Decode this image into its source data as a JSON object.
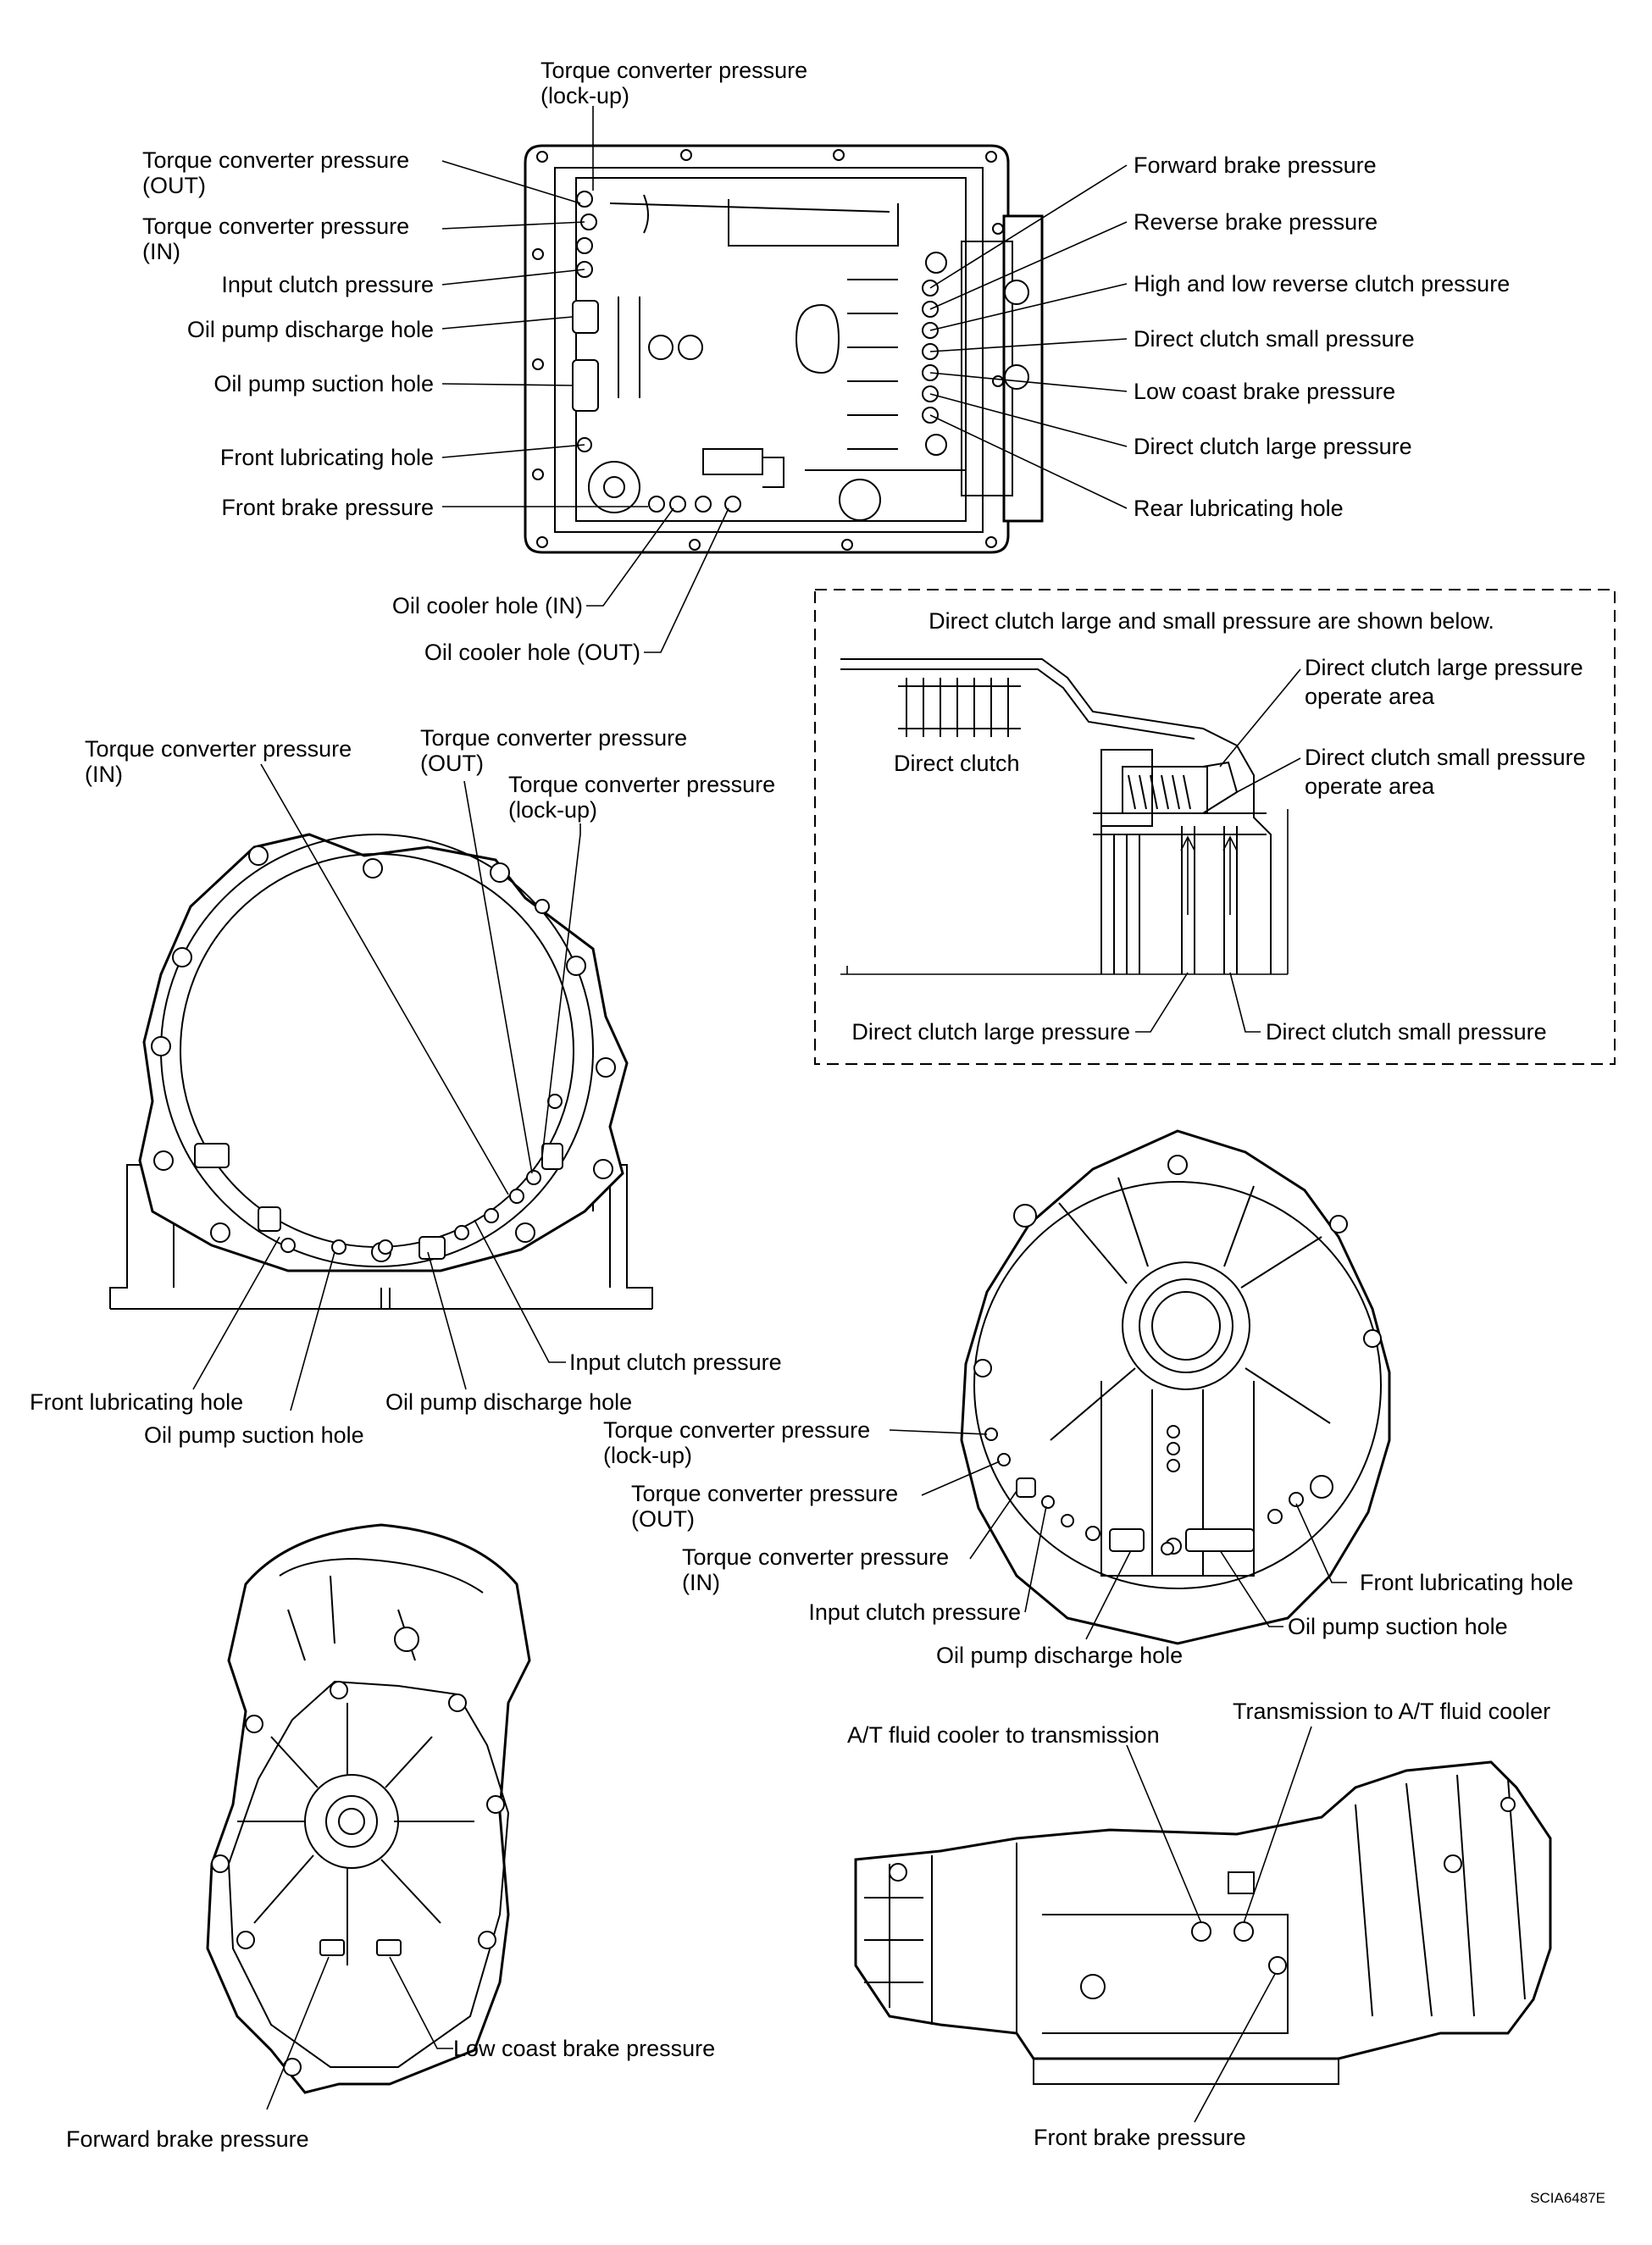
{
  "valve_body_view": {
    "tc_lockup_1": "Torque converter pressure",
    "tc_lockup_2": "(lock-up)",
    "tc_out_1": "Torque converter pressure",
    "tc_out_2": "(OUT)",
    "tc_in_1": "Torque converter pressure",
    "tc_in_2": "(IN)",
    "input_clutch": "Input clutch pressure",
    "oil_pump_discharge": "Oil pump discharge hole",
    "oil_pump_suction": "Oil pump suction hole",
    "front_lubricating": "Front lubricating hole",
    "front_brake": "Front brake pressure",
    "oil_cooler_in": "Oil cooler hole (IN)",
    "oil_cooler_out": "Oil cooler hole (OUT)",
    "forward_brake": "Forward brake pressure",
    "reverse_brake": "Reverse brake pressure",
    "high_low_reverse_clutch": "High and low reverse clutch pressure",
    "direct_clutch_small": "Direct clutch small pressure",
    "low_coast_brake": "Low coast brake pressure",
    "direct_clutch_large": "Direct clutch large pressure",
    "rear_lubricating": "Rear lubricating hole"
  },
  "direct_clutch_inset": {
    "header": "Direct clutch large and small pressure are shown below.",
    "direct_clutch": "Direct clutch",
    "large_area_1": "Direct clutch large pressure",
    "large_area_2": "operate area",
    "small_area_1": "Direct clutch small pressure",
    "small_area_2": "operate area",
    "large_pressure": "Direct clutch large pressure",
    "small_pressure": "Direct clutch small pressure"
  },
  "converter_housing_view": {
    "tc_in_1": "Torque converter pressure",
    "tc_in_2": "(IN)",
    "tc_out_1": "Torque converter pressure",
    "tc_out_2": "(OUT)",
    "tc_lockup_1": "Torque converter pressure",
    "tc_lockup_2": "(lock-up)",
    "input_clutch": "Input clutch pressure",
    "front_lubricating": "Front lubricating hole",
    "oil_pump_discharge": "Oil pump discharge hole",
    "oil_pump_suction": "Oil pump suction hole"
  },
  "oil_pump_view": {
    "tc_lockup_1": "Torque converter pressure",
    "tc_lockup_2": "(lock-up)",
    "tc_out_1": "Torque converter pressure",
    "tc_out_2": "(OUT)",
    "tc_in_1": "Torque converter pressure",
    "tc_in_2": "(IN)",
    "input_clutch": "Input clutch pressure",
    "oil_pump_discharge": "Oil pump discharge hole",
    "oil_pump_suction": "Oil pump suction hole",
    "front_lubricating": "Front lubricating hole"
  },
  "rear_case_view": {
    "forward_brake": "Forward brake pressure",
    "low_coast_brake": "Low coast brake pressure"
  },
  "transmission_side_view": {
    "cooler_to_trans": "A/T fluid cooler to transmission",
    "trans_to_cooler": "Transmission to A/T fluid cooler",
    "front_brake": "Front brake pressure"
  },
  "figure_code": "SCIA6487E"
}
